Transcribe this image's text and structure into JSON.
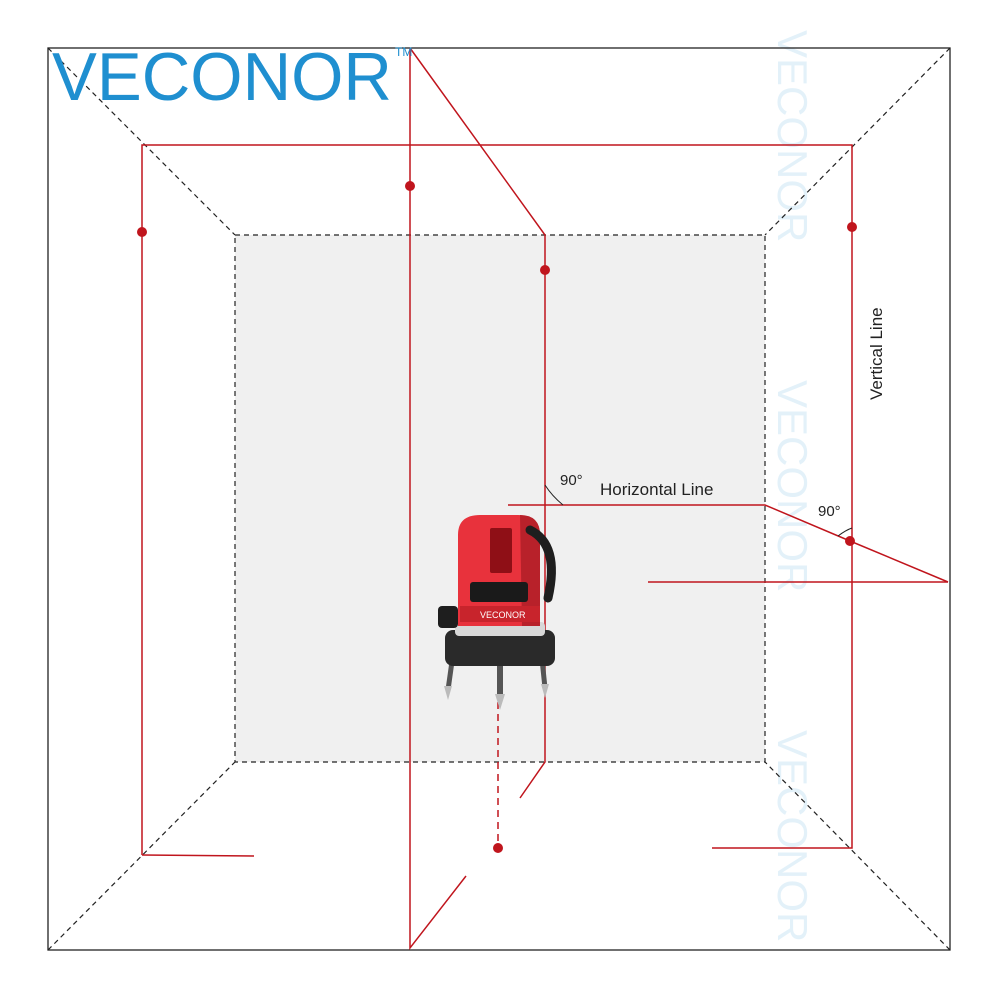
{
  "brand": {
    "name": "VECONOR",
    "trademark": "TM",
    "color": "#1f8fd0",
    "watermark": "VECONOR"
  },
  "labels": {
    "horizontal_line": "Horizontal Line",
    "vertical_line": "Vertical Line",
    "angle_left": "90°",
    "angle_right": "90°"
  },
  "device": {
    "brand": "VECONOR",
    "body_color": "#e8323c",
    "base_color": "#2a2a2a"
  },
  "colors": {
    "laser": "#c0151d",
    "room_outline": "#222222",
    "back_wall_fill": "#f0f0f0"
  }
}
